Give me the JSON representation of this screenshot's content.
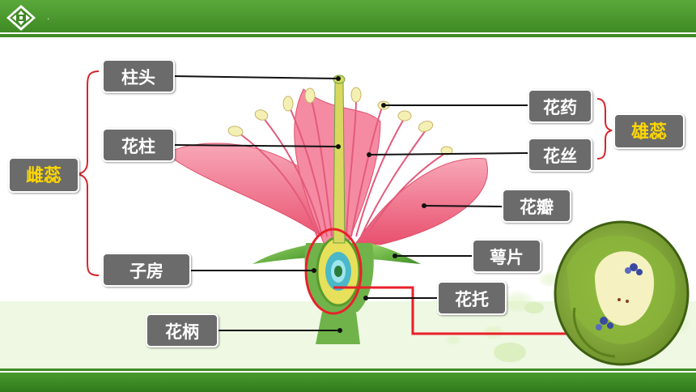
{
  "labels": {
    "zhutou": "柱头",
    "huazhu": "花柱",
    "zifang": "子房",
    "huabing": "花柄",
    "huayao": "花药",
    "huasi": "花丝",
    "huaban": "花瓣",
    "epian": "萼片",
    "huatuo": "花托"
  },
  "groups": {
    "pistil": "雌蕊",
    "stamen": "雄蕊"
  },
  "header": {
    "mark": "."
  },
  "colors": {
    "header_green": "#4a9a2e",
    "label_bg": "#6b6b6b",
    "group_text": "#ffd700",
    "highlight_red": "#e8202a",
    "petal_pink": "#f06a8a"
  }
}
